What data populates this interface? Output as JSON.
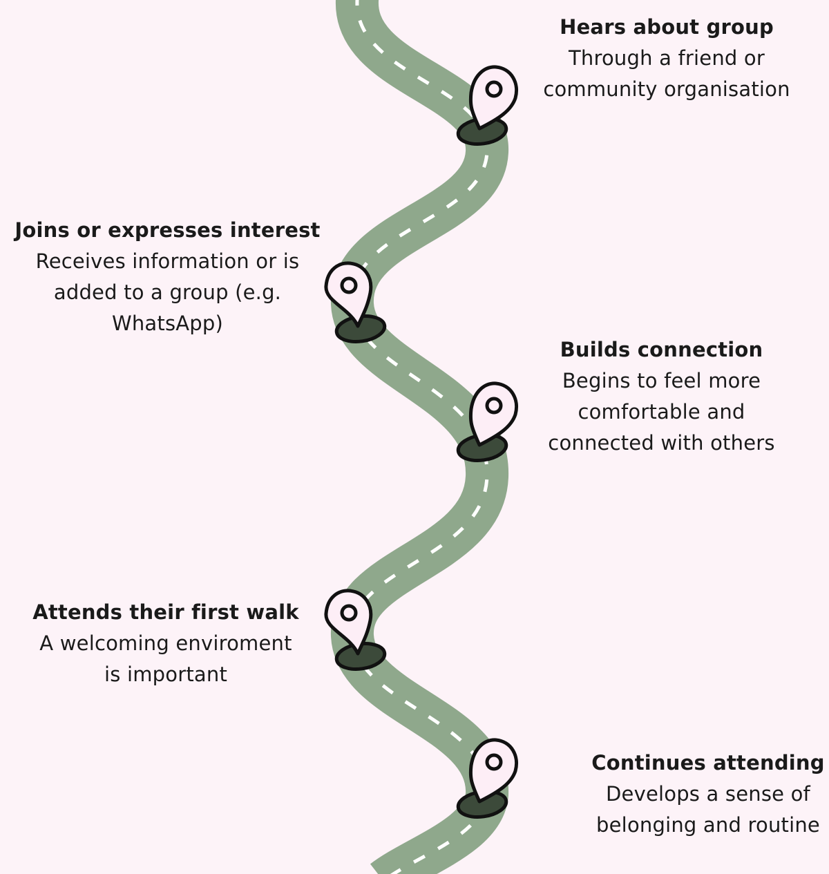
{
  "colors": {
    "background": "#fdf3f8",
    "road": "#8fa88c",
    "road_dash": "#ffffff",
    "pin_fill": "#fdeef6",
    "pin_outline": "#111111",
    "pin_shadow": "#3c4a3a"
  },
  "steps": [
    {
      "title": "Hears about group",
      "description": "Through a friend or\ncommunity organisation",
      "icon": "map-pin-icon"
    },
    {
      "title": "Joins or expresses interest",
      "description": "Receives information or is\nadded to a group (e.g.\nWhatsApp)",
      "icon": "map-pin-icon"
    },
    {
      "title": "Builds connection",
      "description": "Begins to feel more\ncomfortable and\nconnected with others",
      "icon": "map-pin-icon"
    },
    {
      "title": "Attends their first walk",
      "description": "A welcoming enviroment\nis important",
      "icon": "map-pin-icon"
    },
    {
      "title": "Continues attending",
      "description": "Develops a sense of\nbelonging and routine",
      "icon": "map-pin-icon"
    }
  ]
}
